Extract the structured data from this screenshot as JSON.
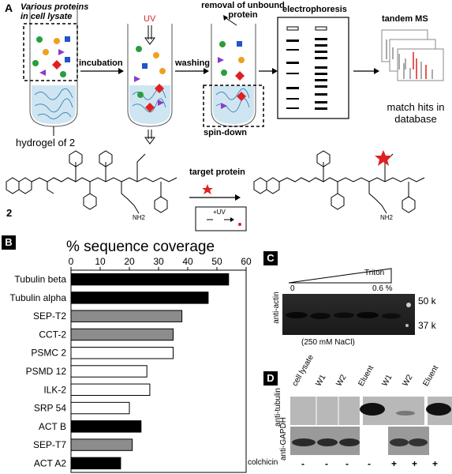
{
  "panel_a": {
    "letter": "A",
    "lysate_label": "Various proteins in cell lysate",
    "uv_label": "UV",
    "incubation_label": "incubation",
    "washing_label": "washing",
    "removal_label": "removal of unbound protein",
    "electrophoresis_label": "electrophoresis",
    "tandem_ms_label": "tandem MS",
    "match_hits_label": "match hits in database",
    "hydrogel_label": "hydrogel of 2",
    "spin_down_label": "spin-down",
    "target_protein_label": "target protein",
    "compound_label": "2",
    "nh2_label_1": "NH2",
    "nh2_label_2": "NH2",
    "uv_reaction_label": "+UV"
  },
  "panel_b": {
    "letter": "B",
    "title": "% sequence coverage",
    "chart_data": {
      "type": "bar",
      "title": "% sequence coverage",
      "orientation": "horizontal",
      "categories": [
        "Tubulin beta",
        "Tubulin alpha",
        "SEP-T2",
        "CCT-2",
        "PSMC 2",
        "PSMD 12",
        "ILK-2",
        "SRP 54",
        "ACT B",
        "SEP-T7",
        "ACT A2"
      ],
      "values": [
        54,
        47,
        38,
        35,
        35,
        26,
        27,
        20,
        24,
        21,
        17
      ],
      "fill_colors": [
        "#000000",
        "#000000",
        "#8c8c8c",
        "#8c8c8c",
        "#ffffff",
        "#ffffff",
        "#ffffff",
        "#ffffff",
        "#000000",
        "#8c8c8c",
        "#000000"
      ],
      "xlim": [
        0,
        60
      ],
      "xticks": [
        "0",
        "10",
        "20",
        "30",
        "40",
        "50",
        "60"
      ],
      "axis_position": "top"
    }
  },
  "panel_c": {
    "letter": "C",
    "triton_label": "Triton",
    "start_label": "0",
    "end_label": "0.6 %",
    "side_label": "anti-actin",
    "marker_top": "50 k",
    "marker_bottom": "37 k",
    "nacl_label": "(250 mM NaCl)"
  },
  "panel_d": {
    "letter": "D",
    "lane_labels": [
      "cell lysate",
      "W1",
      "W2",
      "Eluent",
      "W1",
      "W2",
      "Eluent"
    ],
    "row_labels": [
      "anti-tubulin",
      "anti-GAPDH"
    ],
    "colchicin_label": "colchicin",
    "colchicin_signs": [
      "-",
      "-",
      "-",
      "-",
      "+",
      "+",
      "+"
    ]
  }
}
